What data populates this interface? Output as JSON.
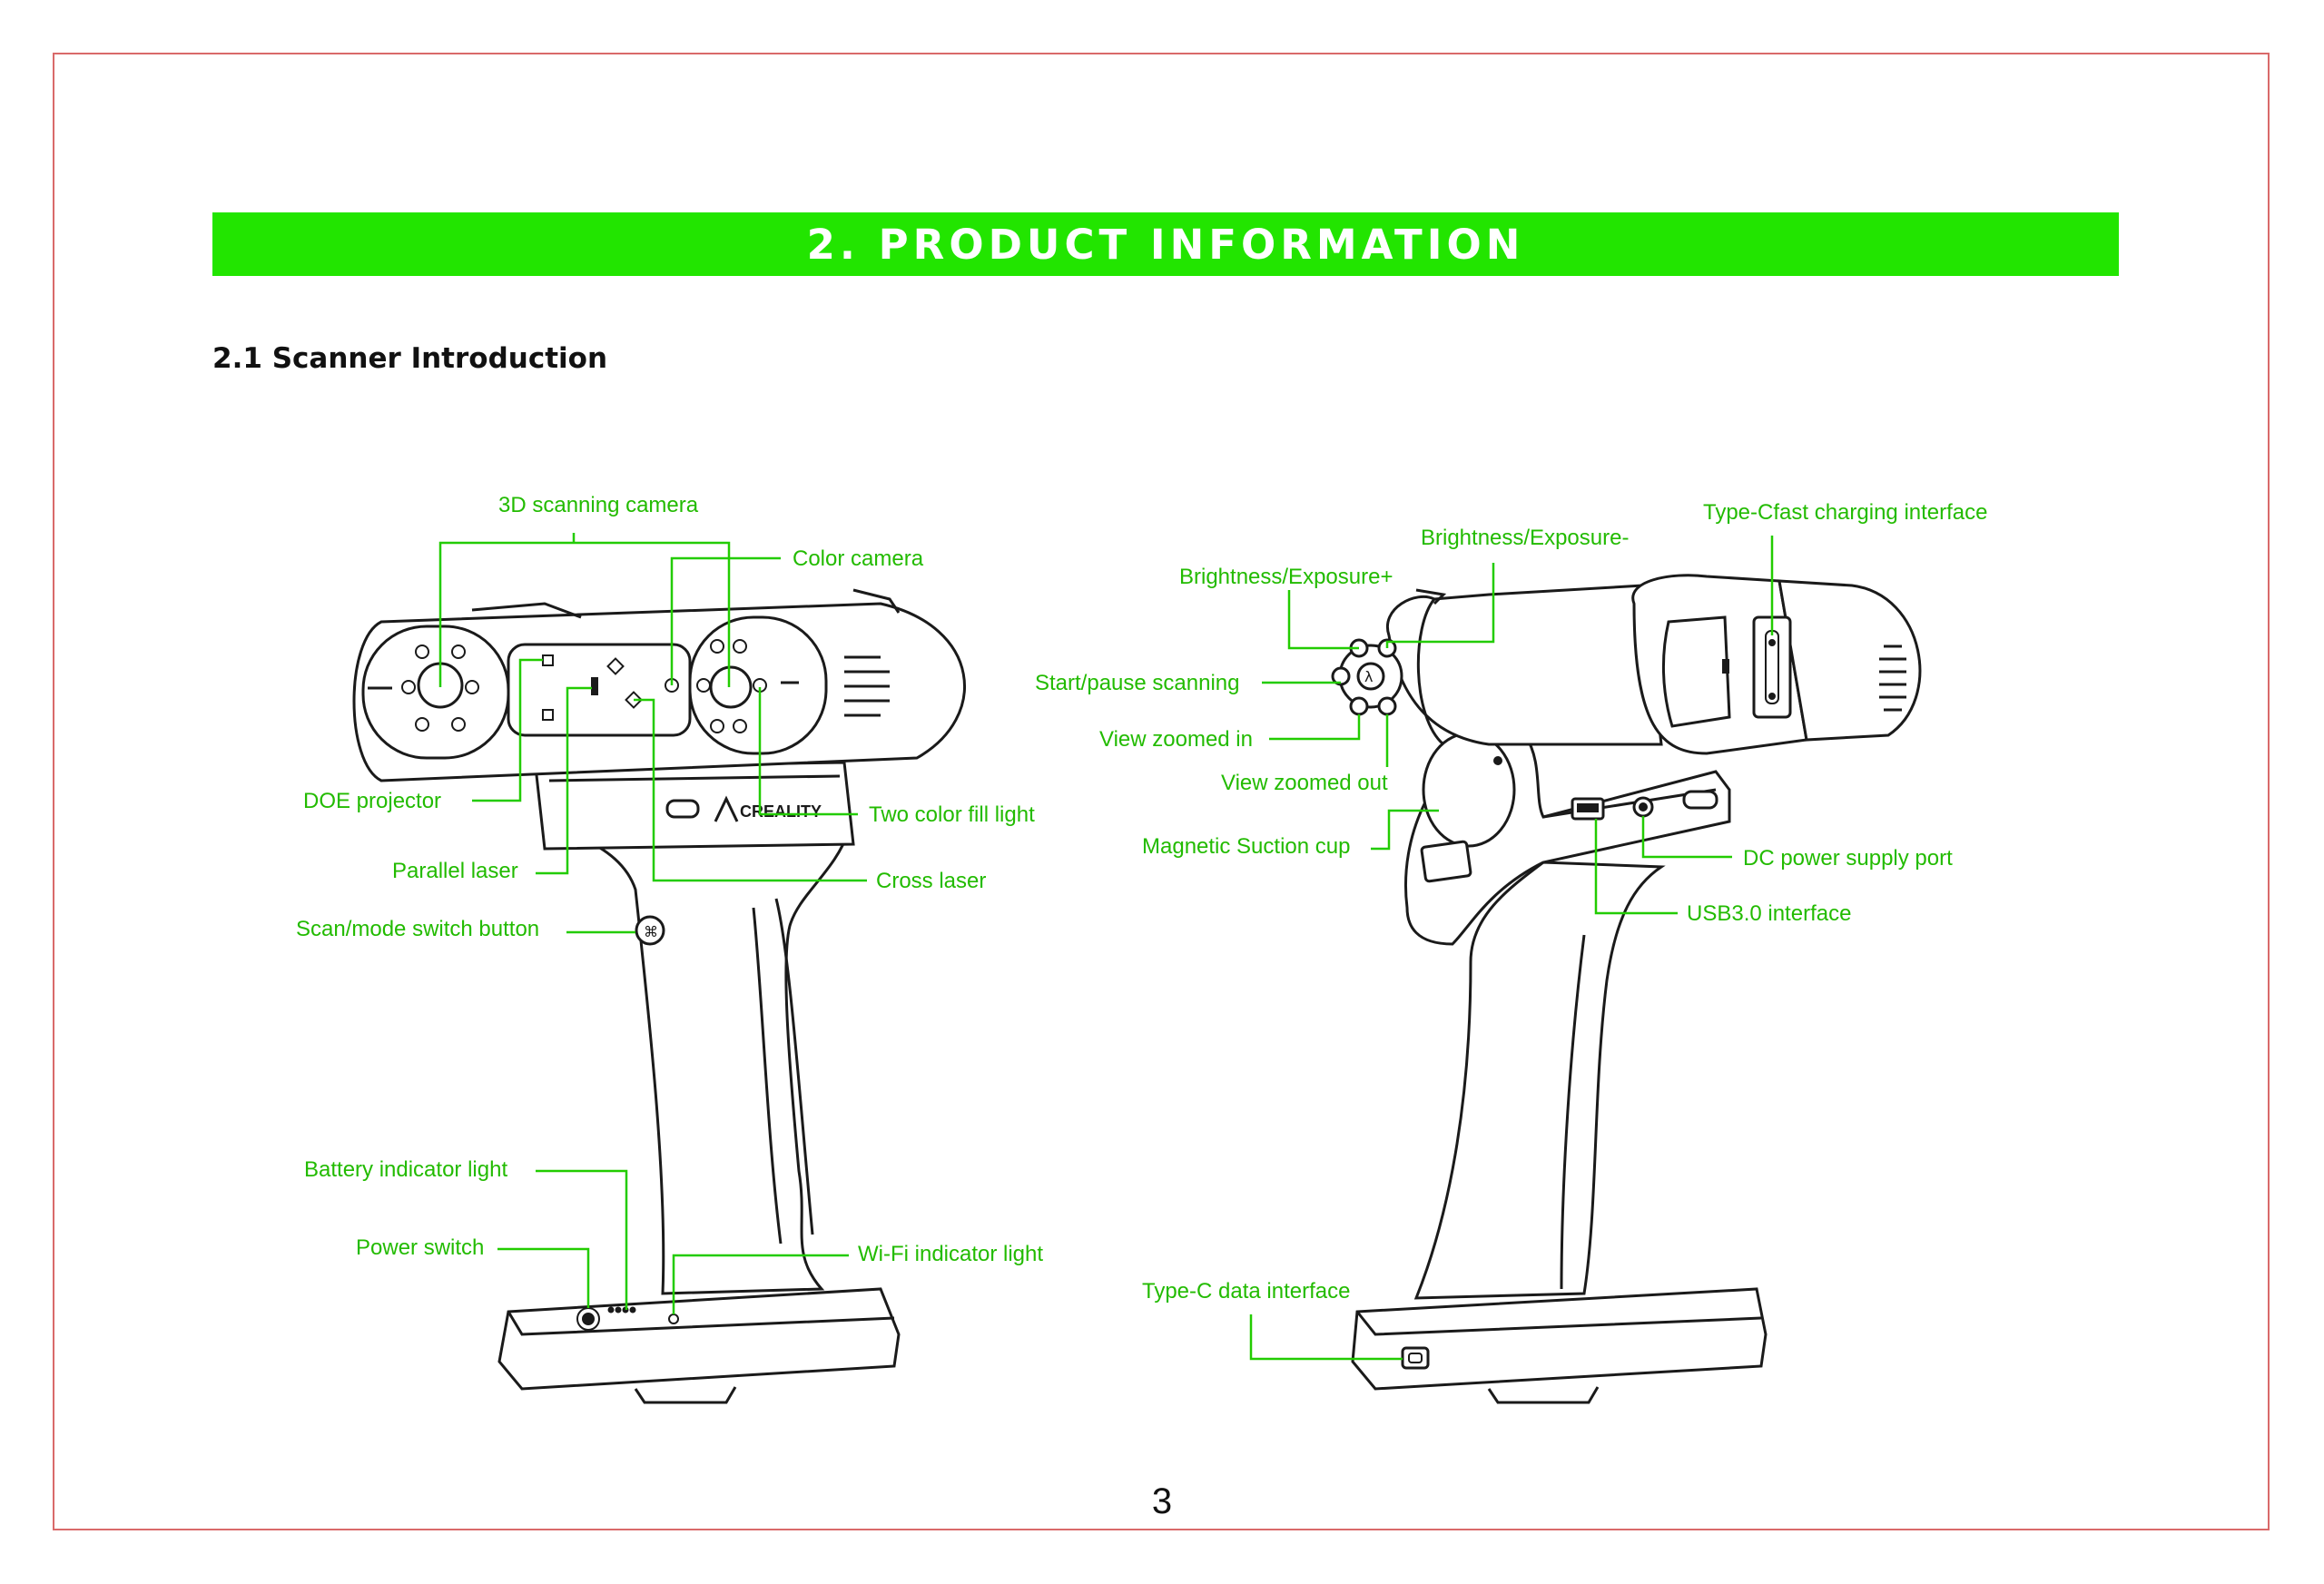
{
  "page": {
    "section_title": "2. PRODUCT INFORMATION",
    "subsection_title": "2.1 Scanner Introduction",
    "page_number": "3"
  },
  "colors": {
    "accent": "#22e500",
    "frame": "#d96a6a",
    "label": "#22bb00"
  },
  "front_view": {
    "logo_text": "CREALITY",
    "labels": {
      "scan_camera": "3D scanning camera",
      "color_camera": "Color camera",
      "doe_projector": "DOE projector",
      "two_color_fill_light": "Two color fill light",
      "parallel_laser": "Parallel laser",
      "cross_laser": "Cross laser",
      "scan_mode_switch": "Scan/mode switch button",
      "battery_indicator": "Battery indicator light",
      "power_switch": "Power switch",
      "wifi_indicator": "Wi-Fi indicator light"
    }
  },
  "back_view": {
    "labels": {
      "typec_fast_charging": "Type-Cfast charging interface",
      "brightness_minus": "Brightness/Exposure-",
      "brightness_plus": "Brightness/Exposure+",
      "start_pause": "Start/pause scanning",
      "view_zoomed_in": "View zoomed in",
      "view_zoomed_out": "View zoomed out",
      "magnetic_suction_cup": "Magnetic Suction cup",
      "dc_power_port": "DC power supply port",
      "usb30": "USB3.0 interface",
      "typec_data": "Type-C data interface"
    }
  }
}
